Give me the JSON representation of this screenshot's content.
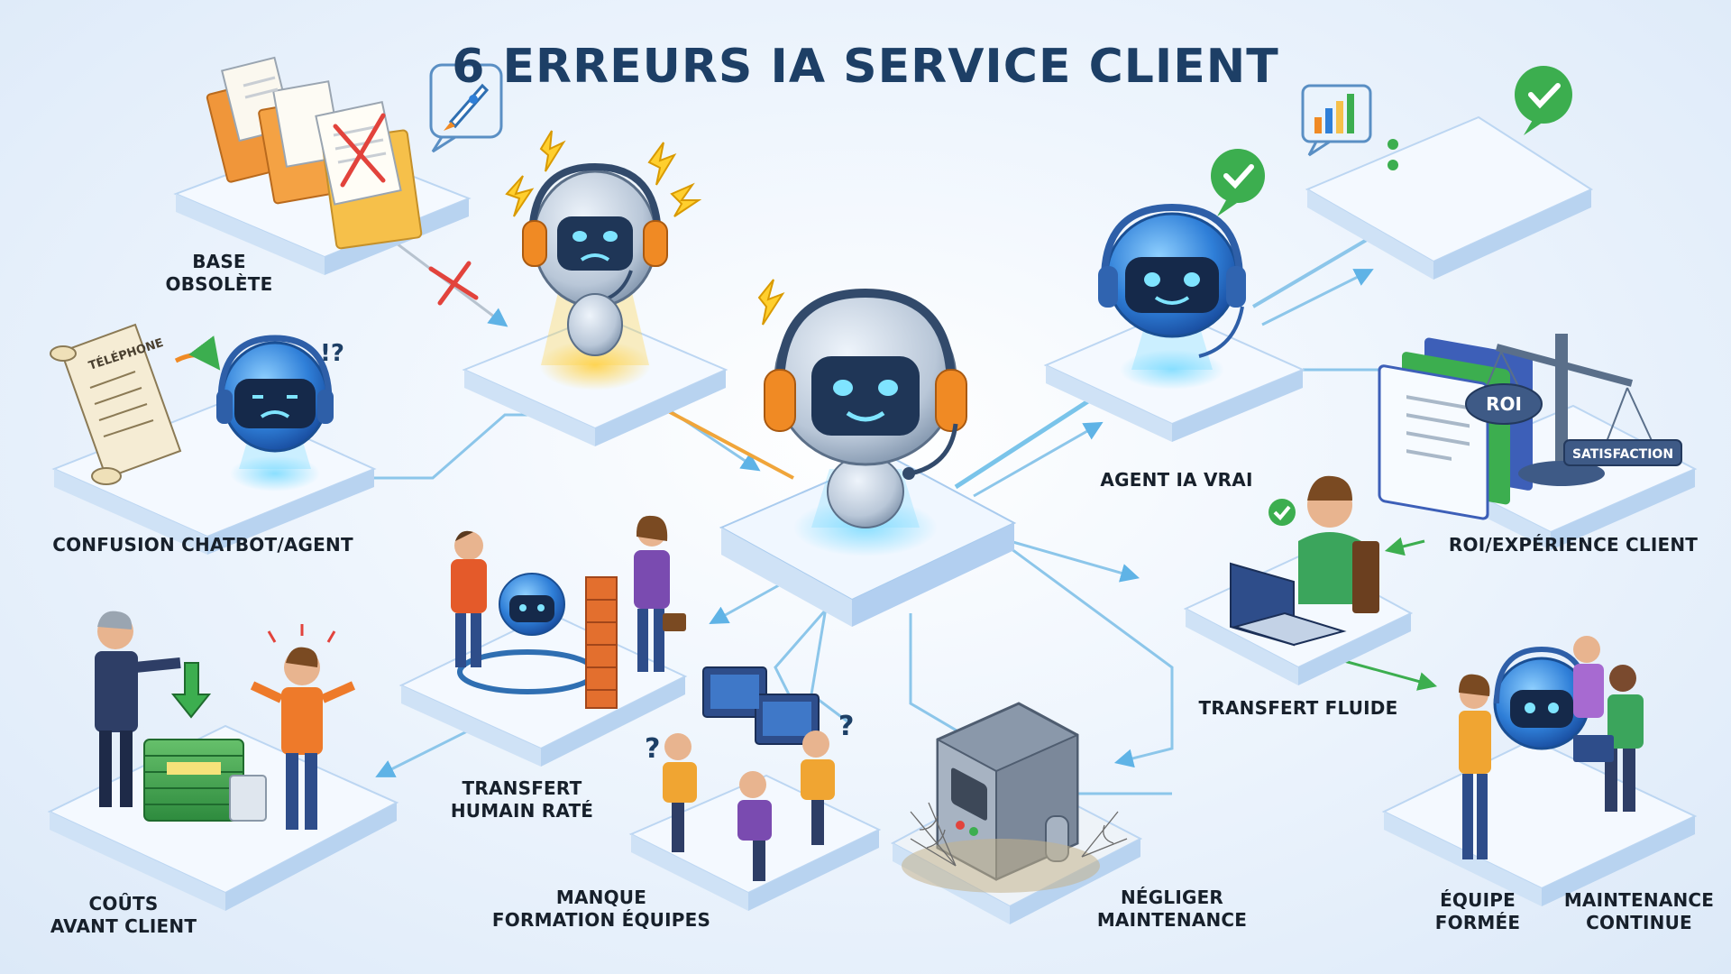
{
  "title": "6 ERREURS IA SERVICE CLIENT",
  "labels": {
    "base_obsolete": [
      "BASE",
      "OBSOLÈTE"
    ],
    "confusion": [
      "CONFUSION CHATBOT/AGENT"
    ],
    "couts": [
      "COÛTS",
      "AVANT CLIENT"
    ],
    "transfert_rate": [
      "TRANSFERT",
      "HUMAIN RATÉ"
    ],
    "manque_formation": [
      "MANQUE",
      "FORMATION ÉQUIPES"
    ],
    "negliger": [
      "NÉGLIGER",
      "MAINTENANCE"
    ],
    "agent_ia_vrai": [
      "AGENT IA VRAI"
    ],
    "roi_experience": [
      "ROI/EXPÉRIENCE CLIENT"
    ],
    "transfert_fluide": [
      "TRANSFERT FLUIDE"
    ],
    "equipe_formee": [
      "ÉQUIPE",
      "FORMÉE"
    ],
    "maintenance_continue": [
      "MAINTENANCE",
      "CONTINUE"
    ]
  },
  "scroll_text": "TÉLÉPHONE",
  "scale_left": "ROI",
  "scale_right": "SATISFACTION",
  "colors": {
    "title": "#1d3f66",
    "platform_top": "#f4f9ff",
    "platform_edge": "#bcd6f2",
    "connector": "#8cc6ea",
    "robot_blue": "#2f7fd8",
    "headset_orange": "#f08a24",
    "check_green": "#3cae4f",
    "error_red": "#e2433c"
  },
  "icons": [
    "rocket-icon",
    "bar-chart-icon",
    "check-bubble-icon",
    "cross-icon",
    "lightning-icon",
    "question-mark-icon",
    "scale-icon",
    "laptop-icon",
    "money-stack-icon",
    "cobweb-icon"
  ]
}
